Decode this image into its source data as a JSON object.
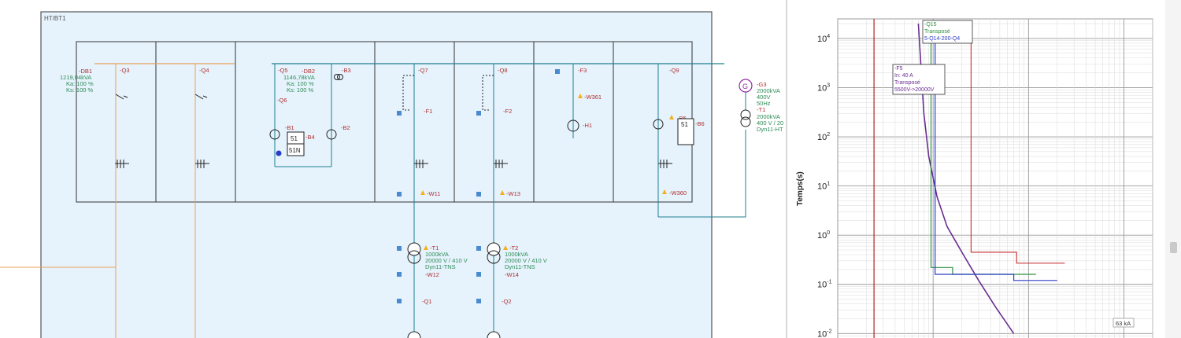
{
  "diagram": {
    "title": "HT/BT1",
    "colors": {
      "panel_bg": "#e6f3fc",
      "busbar": "#1f7f8f",
      "orange": "#e8a05a",
      "green_text": "#2e8b57",
      "red_text": "#b03030",
      "dark": "#222222",
      "warning": "#f2b01e"
    },
    "cells": [
      {
        "labels": [
          "-DB1",
          "1219,04kVA",
          "Ka: 100 %",
          "Ks: 100 %"
        ],
        "device": "-Q3"
      },
      {
        "device": "-Q4"
      },
      {
        "labels": [
          "-Q5",
          "-DB2",
          "1146,78kVA",
          "Ka: 100 %",
          "Ks: 100 %"
        ],
        "extra": [
          "-Q6",
          "-B1",
          "-B4",
          "-B3",
          "-B2"
        ],
        "relay": [
          "51",
          "51N"
        ]
      },
      {
        "device": "-Q7",
        "fuse": "-F1",
        "cable": "-W11"
      },
      {
        "device": "-Q8",
        "fuse": "-F2",
        "cable": "-W13"
      },
      {
        "device": "-F3",
        "cable": "-W361",
        "load": "-H1"
      },
      {
        "device": "-Q9",
        "relay": [
          "-B5",
          "51",
          "-B6"
        ],
        "cable": "-W360"
      }
    ],
    "generator": {
      "name": "-G3",
      "lines": [
        "2000kVA",
        "400V",
        "50Hz"
      ],
      "symbol": "G"
    },
    "gen_transformer": {
      "name": "-T1",
      "lines": [
        "2000kVA",
        "400 V / 20",
        "Dyn11-HT"
      ]
    },
    "transformers": [
      {
        "name": "-T1",
        "lines": [
          "1000kVA",
          "20000 V / 410 V",
          "Dyn11-TNS"
        ],
        "cable": "-W12",
        "breaker": "-Q1"
      },
      {
        "name": "-T2",
        "lines": [
          "1000kVA",
          "20000 V / 410 V",
          "Dyn11-TNS"
        ],
        "cable": "-W14",
        "breaker": "-Q2"
      }
    ]
  },
  "chart_data": {
    "type": "line",
    "ylabel": "Temps(s)",
    "xlabel": "",
    "y_scale": "log",
    "ylim": [
      0.007,
      25000
    ],
    "y_ticks": [
      "10^4",
      "10^3",
      "10^2",
      "10^1",
      "10^0",
      "10^-1",
      "10^-2"
    ],
    "y_tick_values": [
      10000,
      1000,
      100,
      10,
      1,
      0.1,
      0.01
    ],
    "x_scale": "log",
    "x_range": [
      1,
      2000
    ],
    "grid": true,
    "annotations": {
      "box1": [
        "-Q15",
        "Transposé",
        "5-Q14-200-Q4"
      ],
      "box2": [
        "-F5",
        "In: 40 A",
        "Transposé",
        "5500V->20000V"
      ],
      "corner": "63 kA"
    },
    "series": [
      {
        "name": "-F5",
        "color": "#6a2c91",
        "x": [
          7,
          8,
          9,
          11,
          14,
          20,
          30,
          45,
          70
        ],
        "y": [
          20000,
          300,
          40,
          6,
          1.5,
          0.45,
          0.12,
          0.035,
          0.01
        ]
      },
      {
        "name": "-Q15",
        "color": "#2f8f3f",
        "x": [
          9.5,
          9.5,
          16,
          16,
          120
        ],
        "y": [
          9000,
          0.22,
          0.22,
          0.16,
          0.16
        ]
      },
      {
        "name": "-Q14",
        "color": "#2b3cc8",
        "x": [
          10.5,
          10.5,
          70,
          70,
          200
        ],
        "y": [
          9000,
          0.16,
          0.16,
          0.12,
          0.12
        ]
      },
      {
        "name": "-Q4",
        "color": "#c83c3c",
        "x": [
          25,
          25,
          75,
          75,
          240
        ],
        "y": [
          9000,
          0.45,
          0.45,
          0.27,
          0.27
        ]
      },
      {
        "name": "",
        "color": "#b22222",
        "x": [
          2.4,
          2.4
        ],
        "y": [
          25000,
          0.007
        ]
      }
    ]
  }
}
